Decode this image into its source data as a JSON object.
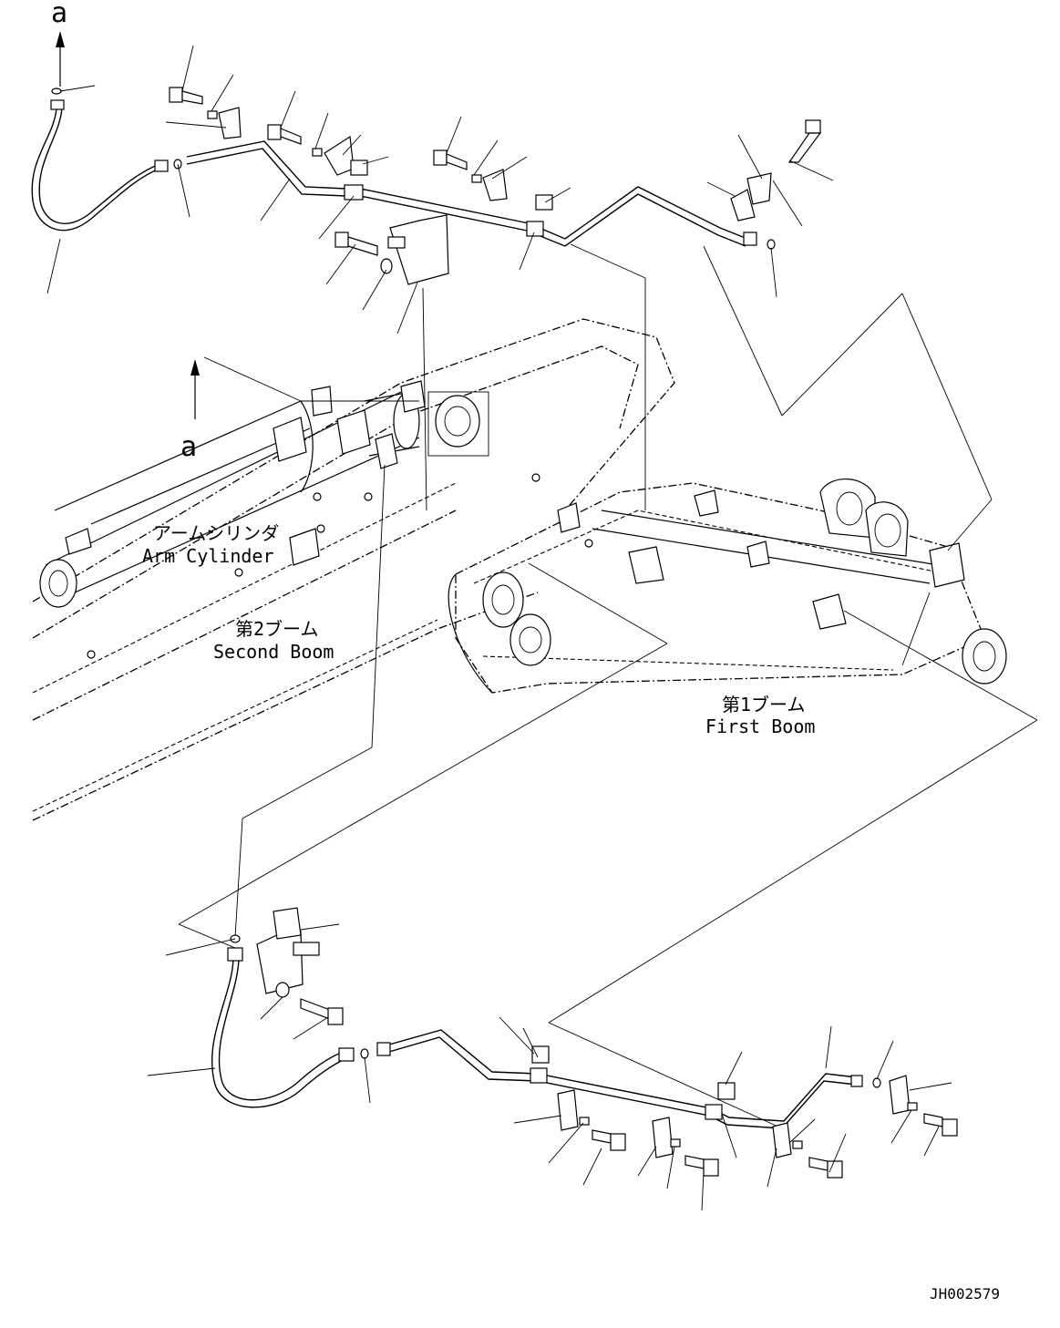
{
  "labels": {
    "arrow_top": "a",
    "arrow_mid": "a",
    "arm_cylinder_jp": "アームシリンダ",
    "arm_cylinder_en": "Arm Cylinder",
    "second_boom_jp": "第2ブーム",
    "second_boom_en": "Second Boom",
    "first_boom_jp": "第1ブーム",
    "first_boom_en": "First Boom",
    "drawing_number": "JH002579"
  }
}
